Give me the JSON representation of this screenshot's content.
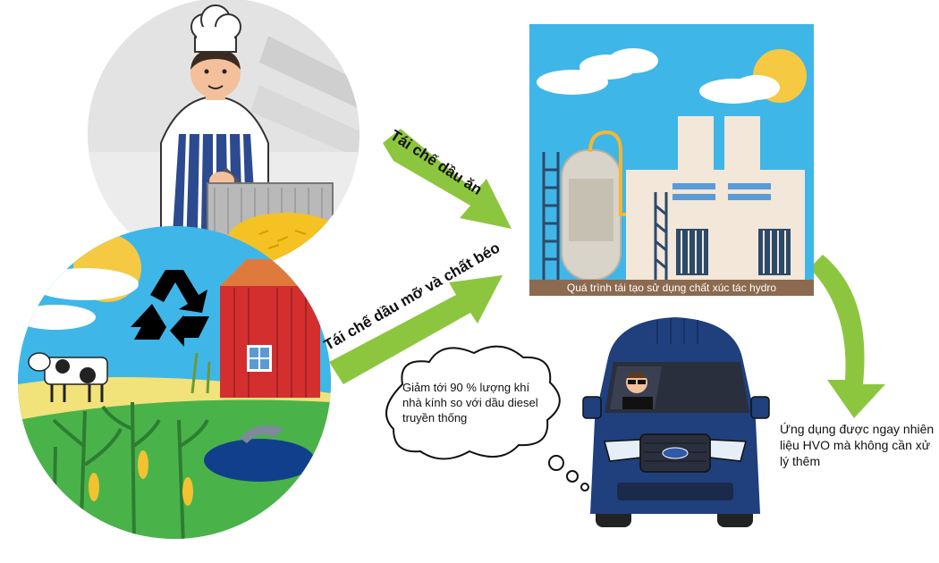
{
  "labels": {
    "cooking_oil_arrow": "Tái chế dầu ăn",
    "fat_arrow": "Tái chế dầu mỡ và chất béo",
    "process_caption": "Quá trình tái tạo sử dụng chất xúc tác hydro",
    "thought_bubble": "Giảm tới 90 % lượng khí nhà kính so với dầu diesel truyền thống",
    "usage_note": "Ứng dụng được ngay nhiên liệu HVO mà không cần xử lý thêm"
  },
  "colors": {
    "arrow_green": "#8cc63f",
    "sky_blue": "#3fb6e8",
    "van_blue": "#1f3f7d",
    "barn_red": "#d32f2f",
    "sun_yellow": "#f6c943"
  },
  "icons": {
    "recycle": "recycle-icon",
    "brand": "ford-logo"
  }
}
